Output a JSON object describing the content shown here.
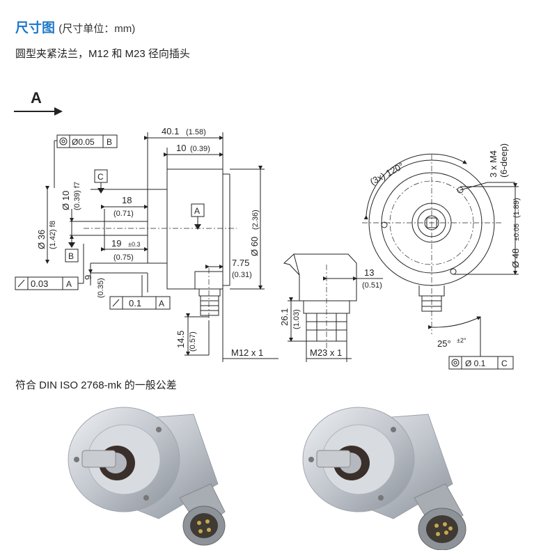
{
  "header": {
    "title": "尺寸图",
    "title_note": "(尺寸单位：mm)",
    "subtitle": "圆型夹紧法兰，M12 和 M23 径向插头"
  },
  "view_label": "A",
  "dims": {
    "len_total": "40.1",
    "len_total_in": "(1.58)",
    "len_10": "10",
    "len_10_in": "(0.39)",
    "shaft_len": "18",
    "shaft_len_in": "(0.71)",
    "flange_len": "19",
    "flange_tol": "±0.3",
    "flange_len_in": "(0.75)",
    "body_dia": "Ø 60",
    "body_dia_in": "(2.36)",
    "conn_off": "7.75",
    "conn_off_in": "(0.31)",
    "shaft_dia": "Ø 10",
    "shaft_dia_in": "(0.39) f7",
    "spigot_dia": "Ø 36",
    "spigot_dia_in": "(1.42) f8",
    "step_9": "9",
    "step_9_in": "(0.35)",
    "m12_len": "14.5",
    "m12_len_in": "(0.57)",
    "m23_len": "26.1",
    "m23_len_in": "(1.03)",
    "m23_off": "13",
    "m23_off_in": "(0.51)",
    "hole_pitch": "(3x) 120°",
    "thread": "3 x M4",
    "thread_depth": "(6-deep)",
    "bolt_circle": "Ø 48",
    "bolt_tol": "±0.05",
    "bolt_circle_in": "(1.89)",
    "angle": "25°",
    "angle_tol": "±2°"
  },
  "gdt": {
    "concentric_top": {
      "value": "Ø0.05",
      "datum": "B"
    },
    "runout_left": {
      "value": "0.03",
      "datum": "A"
    },
    "runout_bottom": {
      "value": "0.1",
      "datum": "A"
    },
    "concentric_right": {
      "value": "Ø 0.1",
      "datum": "C"
    },
    "datum_a": "A",
    "datum_b": "B",
    "datum_c": "C"
  },
  "connectors": {
    "m12": "M12 x 1",
    "m23": "M23 x 1"
  },
  "tolerance_note": "符合 DIN ISO 2768-mk 的一般公差",
  "colors": {
    "accent": "#1e78c8",
    "metal": "#c8ccd2",
    "line": "#222222"
  }
}
